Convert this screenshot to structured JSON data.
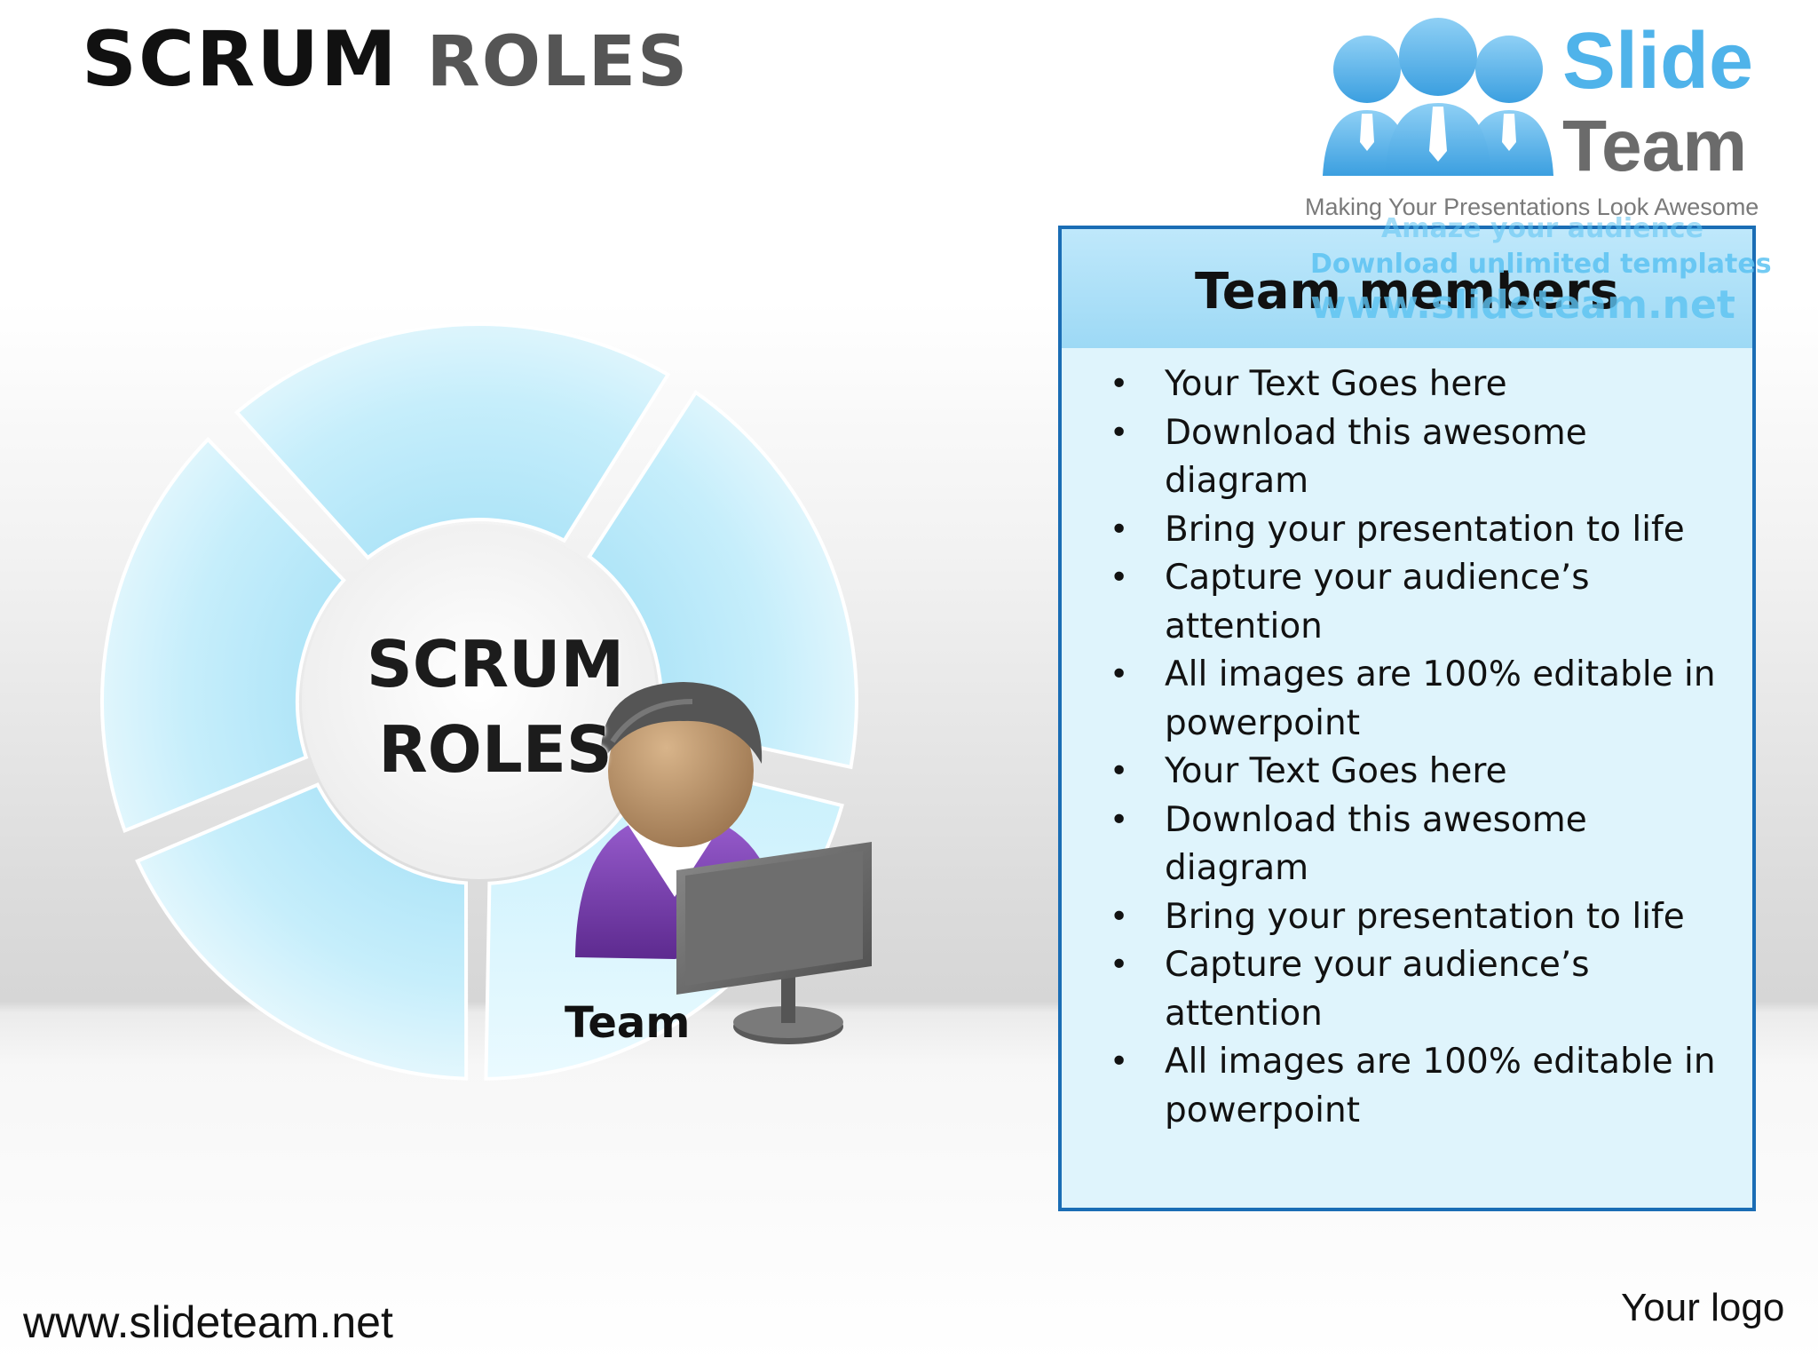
{
  "slide": {
    "title_part1": "SCRUM",
    "title_part2": "ROLES",
    "center_line1": "SCRUM",
    "center_line2": "ROLES",
    "team_label": "Team"
  },
  "panel": {
    "title": "Team members",
    "items": [
      "Your Text Goes here",
      "Download this awesome diagram",
      "Bring your presentation to life",
      "Capture your audience’s attention",
      "All images are 100% editable in powerpoint",
      "Your Text Goes here",
      "Download this awesome diagram",
      "Bring your presentation to life",
      "Capture your audience’s attention",
      "All images are 100% editable in powerpoint"
    ]
  },
  "brand": {
    "slide": "Slide",
    "team": "Team",
    "tagline": "Making Your Presentations Look Awesome",
    "watermark_line1": "Amaze your audience",
    "watermark_line2": "Download unlimited templates",
    "watermark_line3": "www.slideteam.net"
  },
  "footer": {
    "url": "www.slideteam.net",
    "logo": "Your logo"
  },
  "colors": {
    "segment": "#b5e6f8",
    "panel_border": "#1a6db5",
    "panel_fill": "#dff4fc",
    "brand_blue": "#4fb3ea",
    "avatar_shirt": "#7e3fb3"
  },
  "icons": [
    "team-member-avatar-icon",
    "computer-monitor-icon",
    "brand-people-icon"
  ]
}
